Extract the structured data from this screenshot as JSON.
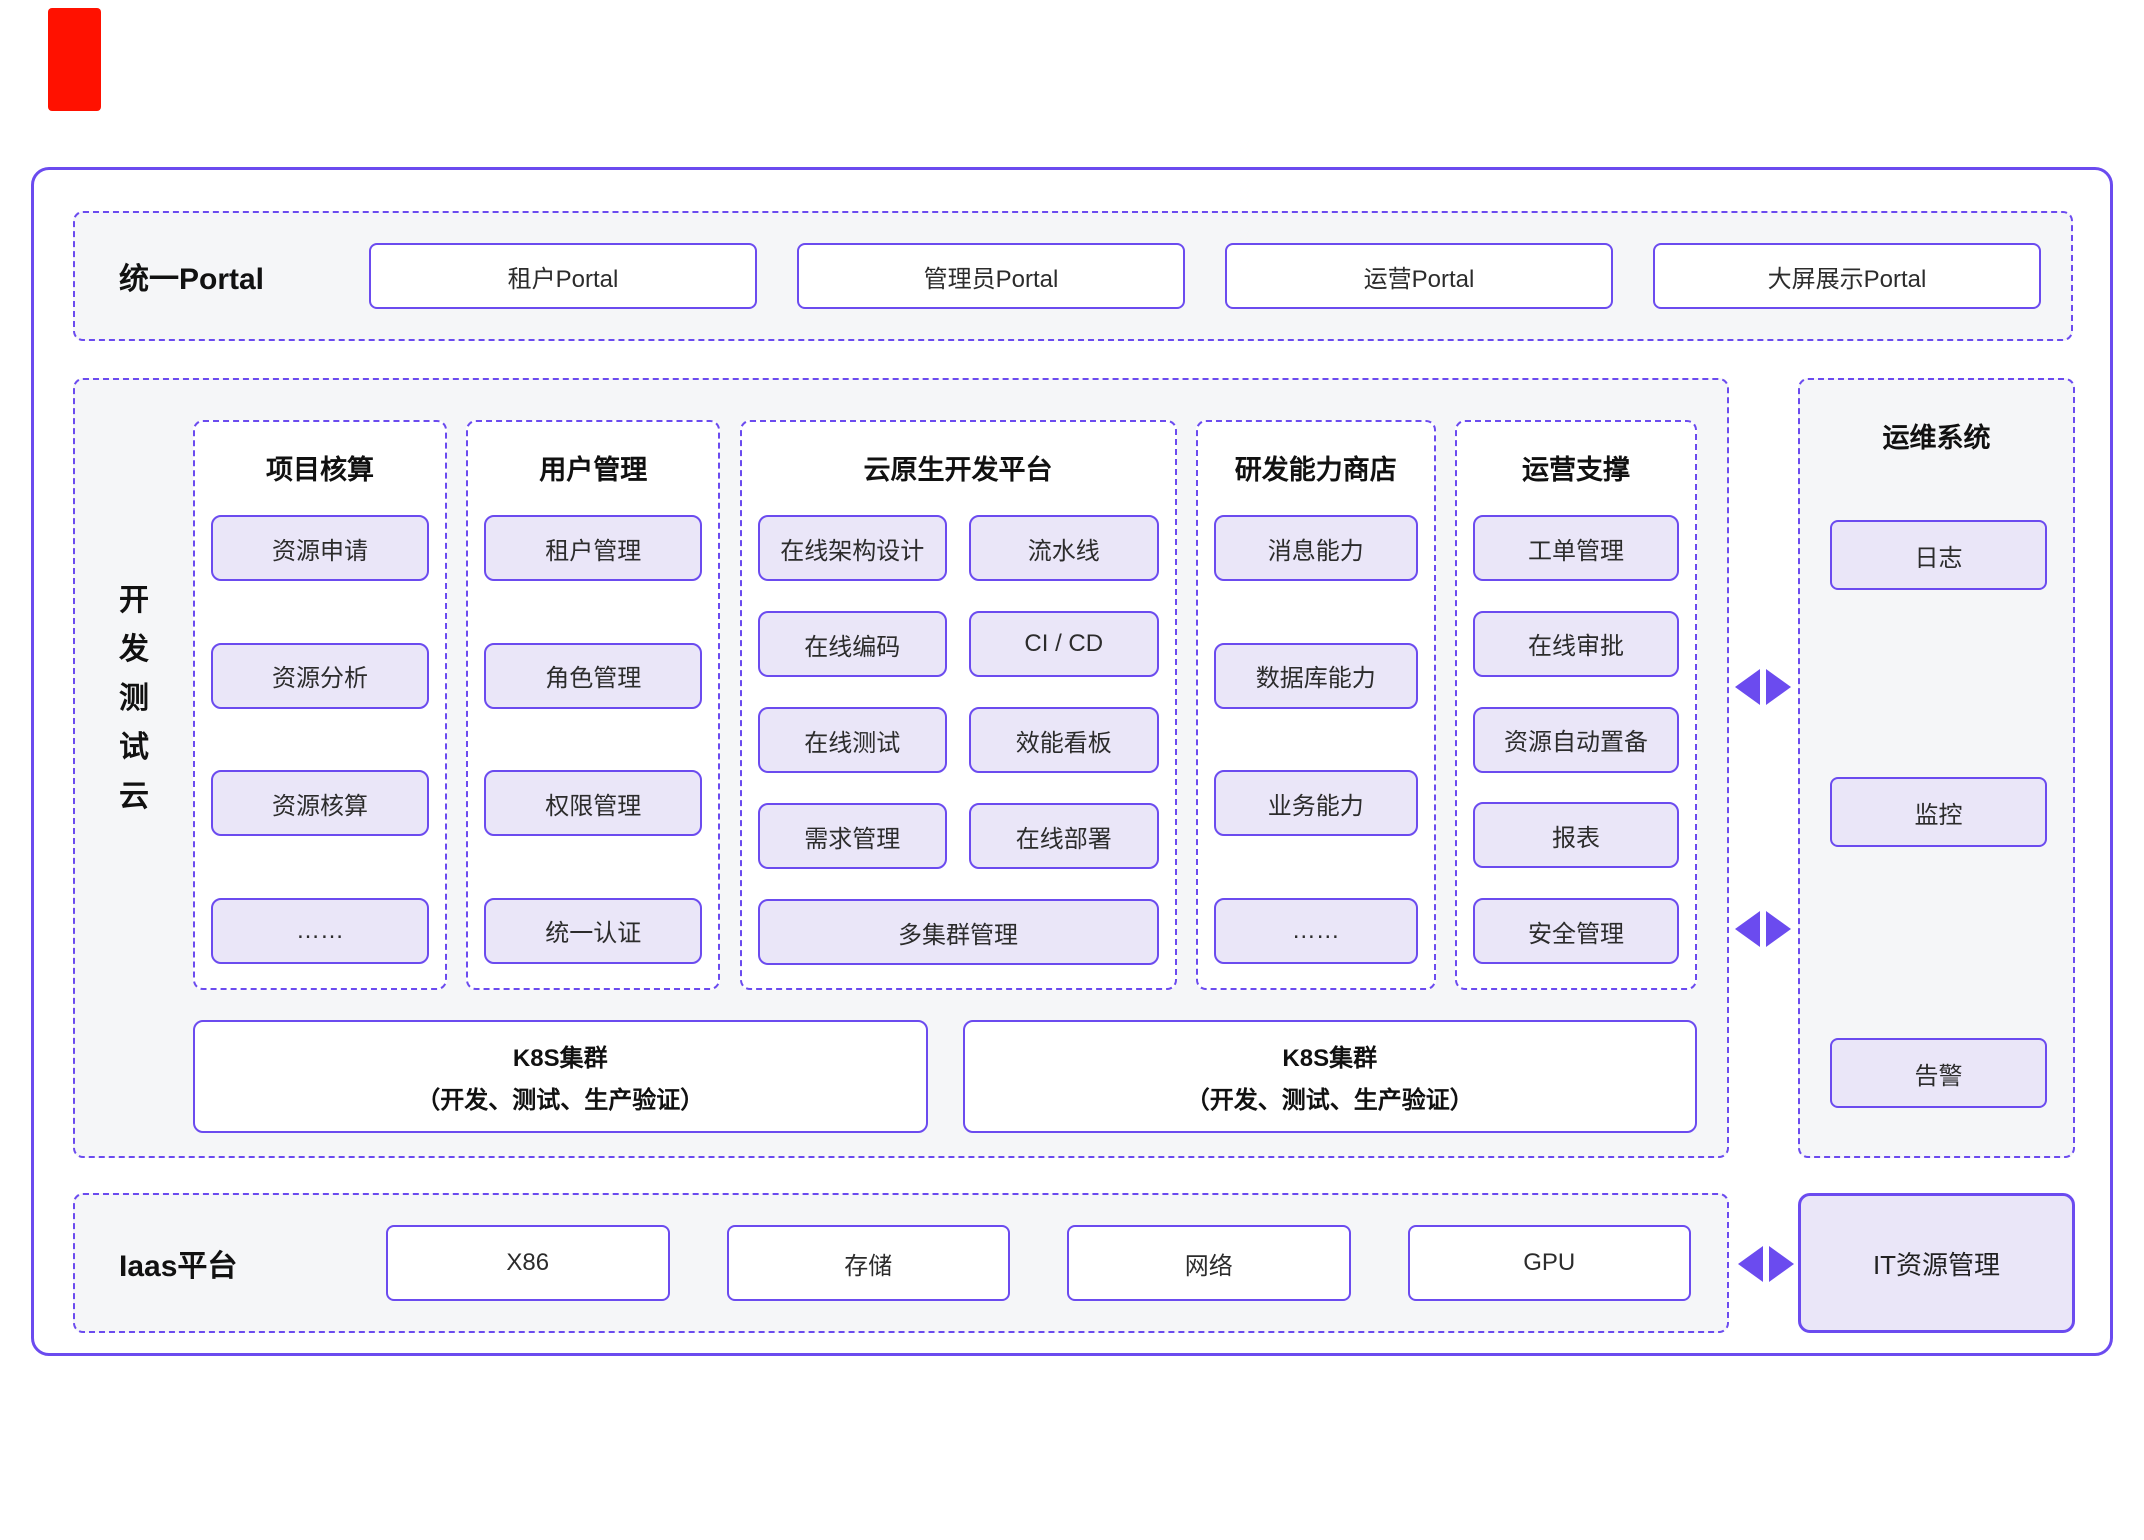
{
  "colors": {
    "accent": "#6B4BEF",
    "panel_bg": "#F5F6F8",
    "box_fill": "#EAE6F8",
    "marker_red": "#FF1100"
  },
  "portal": {
    "label": "统一Portal",
    "items": [
      "租户Portal",
      "管理员Portal",
      "运营Portal",
      "大屏展示Portal"
    ]
  },
  "dev_cloud": {
    "side_label_chars": [
      "开",
      "发",
      "测",
      "试",
      "云"
    ],
    "columns": [
      {
        "title": "项目核算",
        "items": [
          "资源申请",
          "资源分析",
          "资源核算",
          "……"
        ]
      },
      {
        "title": "用户管理",
        "items": [
          "租户管理",
          "角色管理",
          "权限管理",
          "统一认证"
        ]
      },
      {
        "title": "云原生开发平台",
        "grid_items": [
          "在线架构设计",
          "流水线",
          "在线编码",
          "CI / CD",
          "在线测试",
          "效能看板",
          "需求管理",
          "在线部署"
        ],
        "full_item": "多集群管理"
      },
      {
        "title": "研发能力商店",
        "items": [
          "消息能力",
          "数据库能力",
          "业务能力",
          "……"
        ]
      },
      {
        "title": "运营支撑",
        "items": [
          "工单管理",
          "在线审批",
          "资源自动置备",
          "报表",
          "安全管理"
        ]
      }
    ],
    "k8s_clusters": [
      {
        "line1": "K8S集群",
        "line2": "（开发、测试、生产验证）"
      },
      {
        "line1": "K8S集群",
        "line2": "（开发、测试、生产验证）"
      }
    ]
  },
  "ops_system": {
    "title": "运维系统",
    "items": [
      "日志",
      "监控",
      "告警"
    ]
  },
  "iaas": {
    "label": "Iaas平台",
    "items": [
      "X86",
      "存储",
      "网络",
      "GPU"
    ]
  },
  "it_resource": {
    "label": "IT资源管理"
  }
}
